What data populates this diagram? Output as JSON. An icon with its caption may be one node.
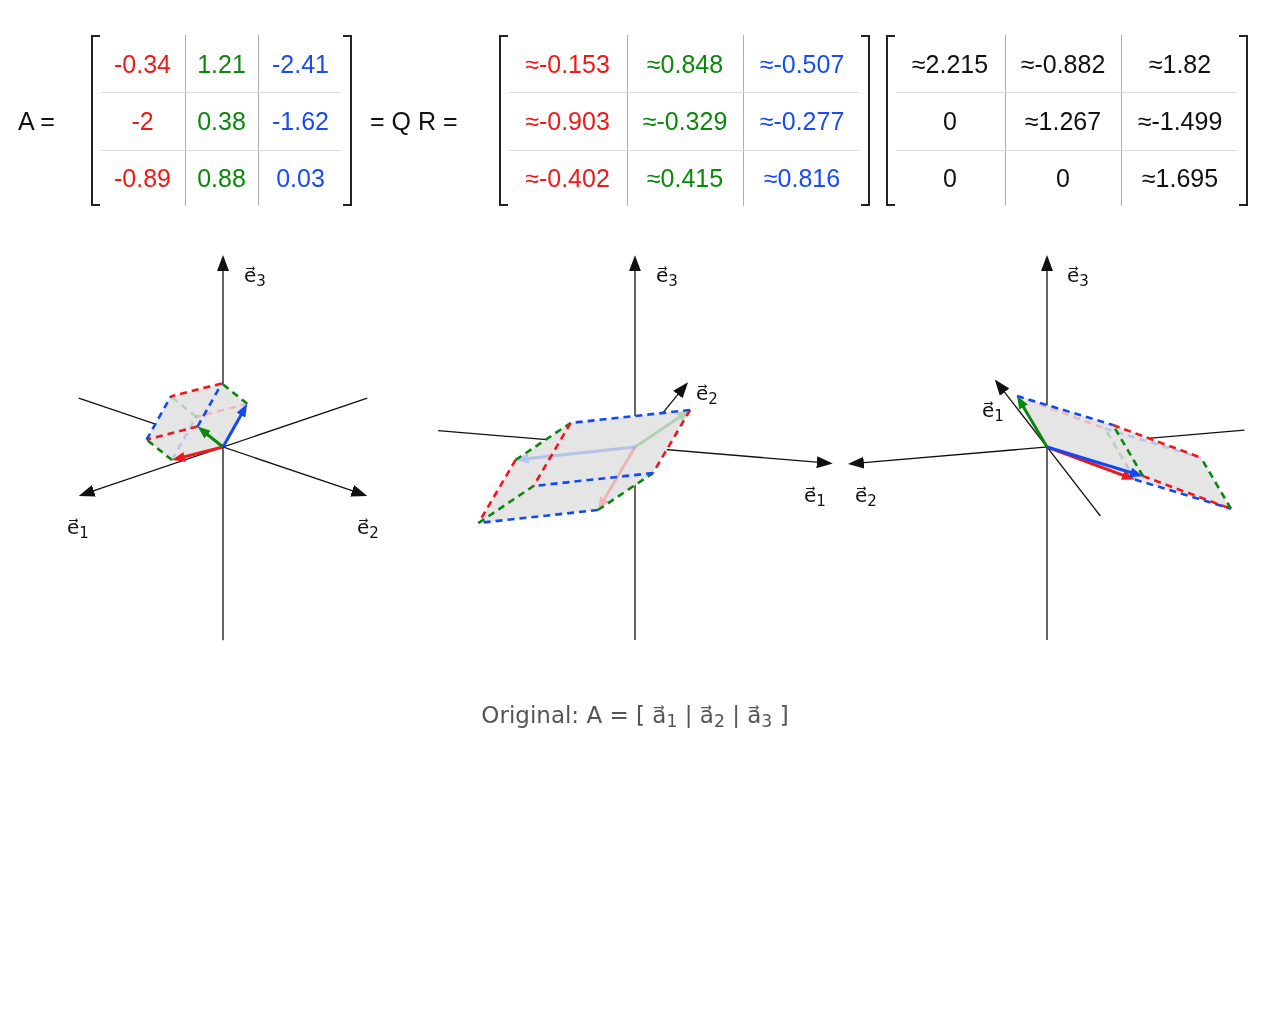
{
  "diagram": {
    "caption": "Original: A = [ a⃗$_{1}$ | a⃗$_{2}$ | a⃗$_{3}$ ]",
    "labels": [
      "A =",
      "-0.34",
      "1.21",
      "-2.41",
      "-2",
      "0.38",
      "-1.62",
      "-0.89",
      "0.88",
      "0.03",
      "= Q R =",
      "≈-0.153",
      "≈0.848",
      "≈-0.507",
      "≈-0.903",
      "≈-0.329",
      "≈-0.277",
      "≈-0.402",
      "≈0.415",
      "≈0.816",
      "≈2.215",
      "≈-0.882",
      "≈1.82",
      "0",
      "≈1.267",
      "≈-1.499",
      "0",
      "0",
      "≈1.695",
      "e⃗$_{3}$",
      "e⃗$_{3}$",
      "e⃗$_{3}$",
      "e⃗$_{2}$",
      "e⃗$_{1}$",
      "e⃗$_{1}$",
      "e⃗$_{2}$",
      "e⃗$_{1}$",
      "e⃗$_{2}$"
    ]
  }
}
